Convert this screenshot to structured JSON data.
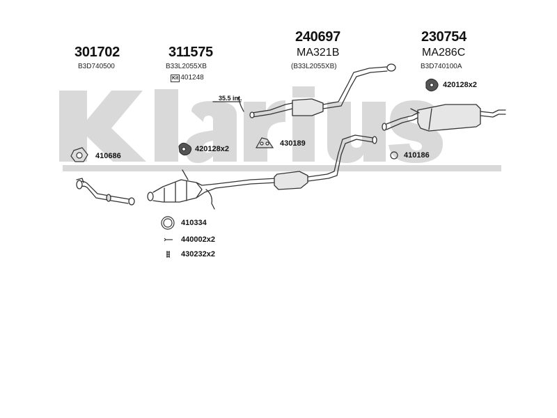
{
  "watermark": {
    "text": "Klarius",
    "color": "#d9d9d9"
  },
  "header_parts": [
    {
      "number": "301702",
      "ref": "B3D740500"
    },
    {
      "number": "311575",
      "ref": "B33L2055XB",
      "kit_icon": "Kit",
      "kit": "401248"
    },
    {
      "number": "240697",
      "code": "MA321B",
      "ref": "(B33L2055XB)"
    },
    {
      "number": "230754",
      "code": "MA286C",
      "ref": "B3D740100A"
    }
  ],
  "dimension_note": "35.5 int.",
  "accessories": [
    {
      "icon": "flange-gasket-icon",
      "label": "410686"
    },
    {
      "icon": "rubber-mount-icon",
      "label": "420128x2"
    },
    {
      "icon": "hanger-bracket-icon",
      "label": "430189"
    },
    {
      "icon": "rubber-mount-icon",
      "label": "420128x2"
    },
    {
      "icon": "ring-gasket-icon",
      "label": "410186"
    },
    {
      "icon": "ring-gasket-icon",
      "label": "410334"
    },
    {
      "icon": "bolt-icon",
      "label": "440002x2"
    },
    {
      "icon": "spring-icon",
      "label": "430232x2"
    }
  ],
  "colors": {
    "line": "#333333",
    "fill": "#dddddd",
    "bar": "#d9d9d9"
  }
}
